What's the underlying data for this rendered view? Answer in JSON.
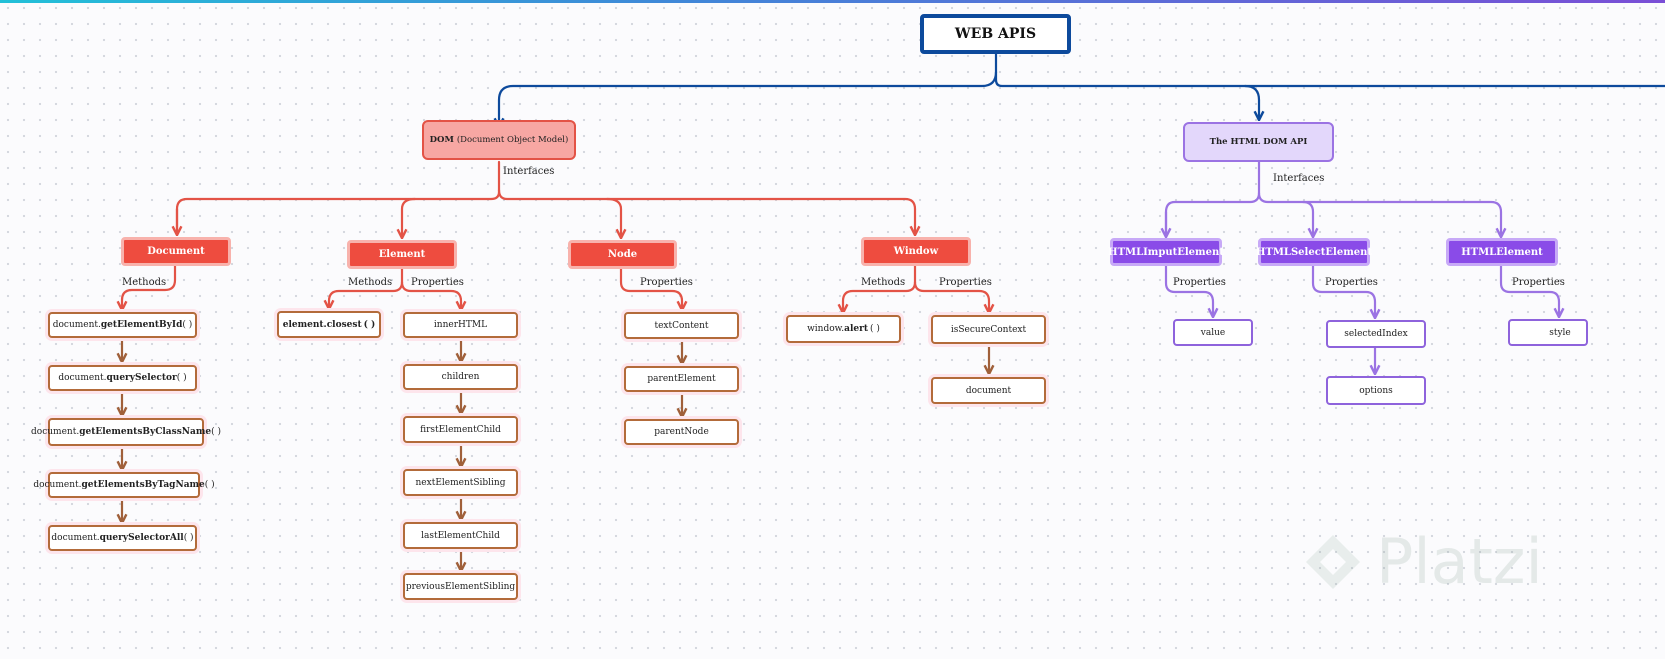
{
  "root": {
    "label": "WEB APIS"
  },
  "dom": {
    "title_bold": "DOM",
    "title_rest": "(Document Object Model)",
    "interfaces_label": "Interfaces",
    "document": {
      "label": "Document",
      "methods_label": "Methods",
      "methods": [
        {
          "prefix": "document.",
          "name": "getElementById",
          "suffix": "( )"
        },
        {
          "prefix": "document.",
          "name": "querySelector",
          "suffix": "( )"
        },
        {
          "prefix": "document.",
          "name": "getElementsByClassName",
          "suffix": "( )"
        },
        {
          "prefix": "document.",
          "name": "getElementsByTagName",
          "suffix": "( )"
        },
        {
          "prefix": "document.",
          "name": "querySelectorAll",
          "suffix": "( )"
        }
      ]
    },
    "element": {
      "label": "Element",
      "methods_label": "Methods",
      "properties_label": "Properties",
      "method": {
        "name": "element.closest",
        "suffix": "( )"
      },
      "properties": [
        "innerHTML",
        "children",
        "firstElementChild",
        "nextElementSibling",
        "lastElementChild",
        "previousElementSibling"
      ]
    },
    "node": {
      "label": "Node",
      "properties_label": "Properties",
      "properties": [
        "textContent",
        "parentElement",
        "parentNode"
      ]
    },
    "window": {
      "label": "Window",
      "methods_label": "Methods",
      "properties_label": "Properties",
      "method": {
        "prefix": "window.",
        "name": "alert",
        "suffix": "( )"
      },
      "properties": [
        "isSecureContext",
        "document"
      ]
    }
  },
  "html_dom": {
    "title": "The HTML DOM API",
    "interfaces_label": "Interfaces",
    "input_element": {
      "label": "HTMLImputElement",
      "properties_label": "Properties",
      "properties": [
        "value"
      ]
    },
    "select_element": {
      "label": "HTMLSelectElement",
      "properties_label": "Properties",
      "properties": [
        "selectedIndex",
        "options"
      ]
    },
    "html_element": {
      "label": "HTMLElement",
      "properties_label": "Properties",
      "properties": [
        "style"
      ]
    }
  },
  "watermark": {
    "text": "Platzi"
  },
  "colors": {
    "root_border": "#0d4a9c",
    "dom_accent": "#ee4c3f",
    "leaf_border": "#b36b3a",
    "html_api_accent": "#8a4be8"
  }
}
